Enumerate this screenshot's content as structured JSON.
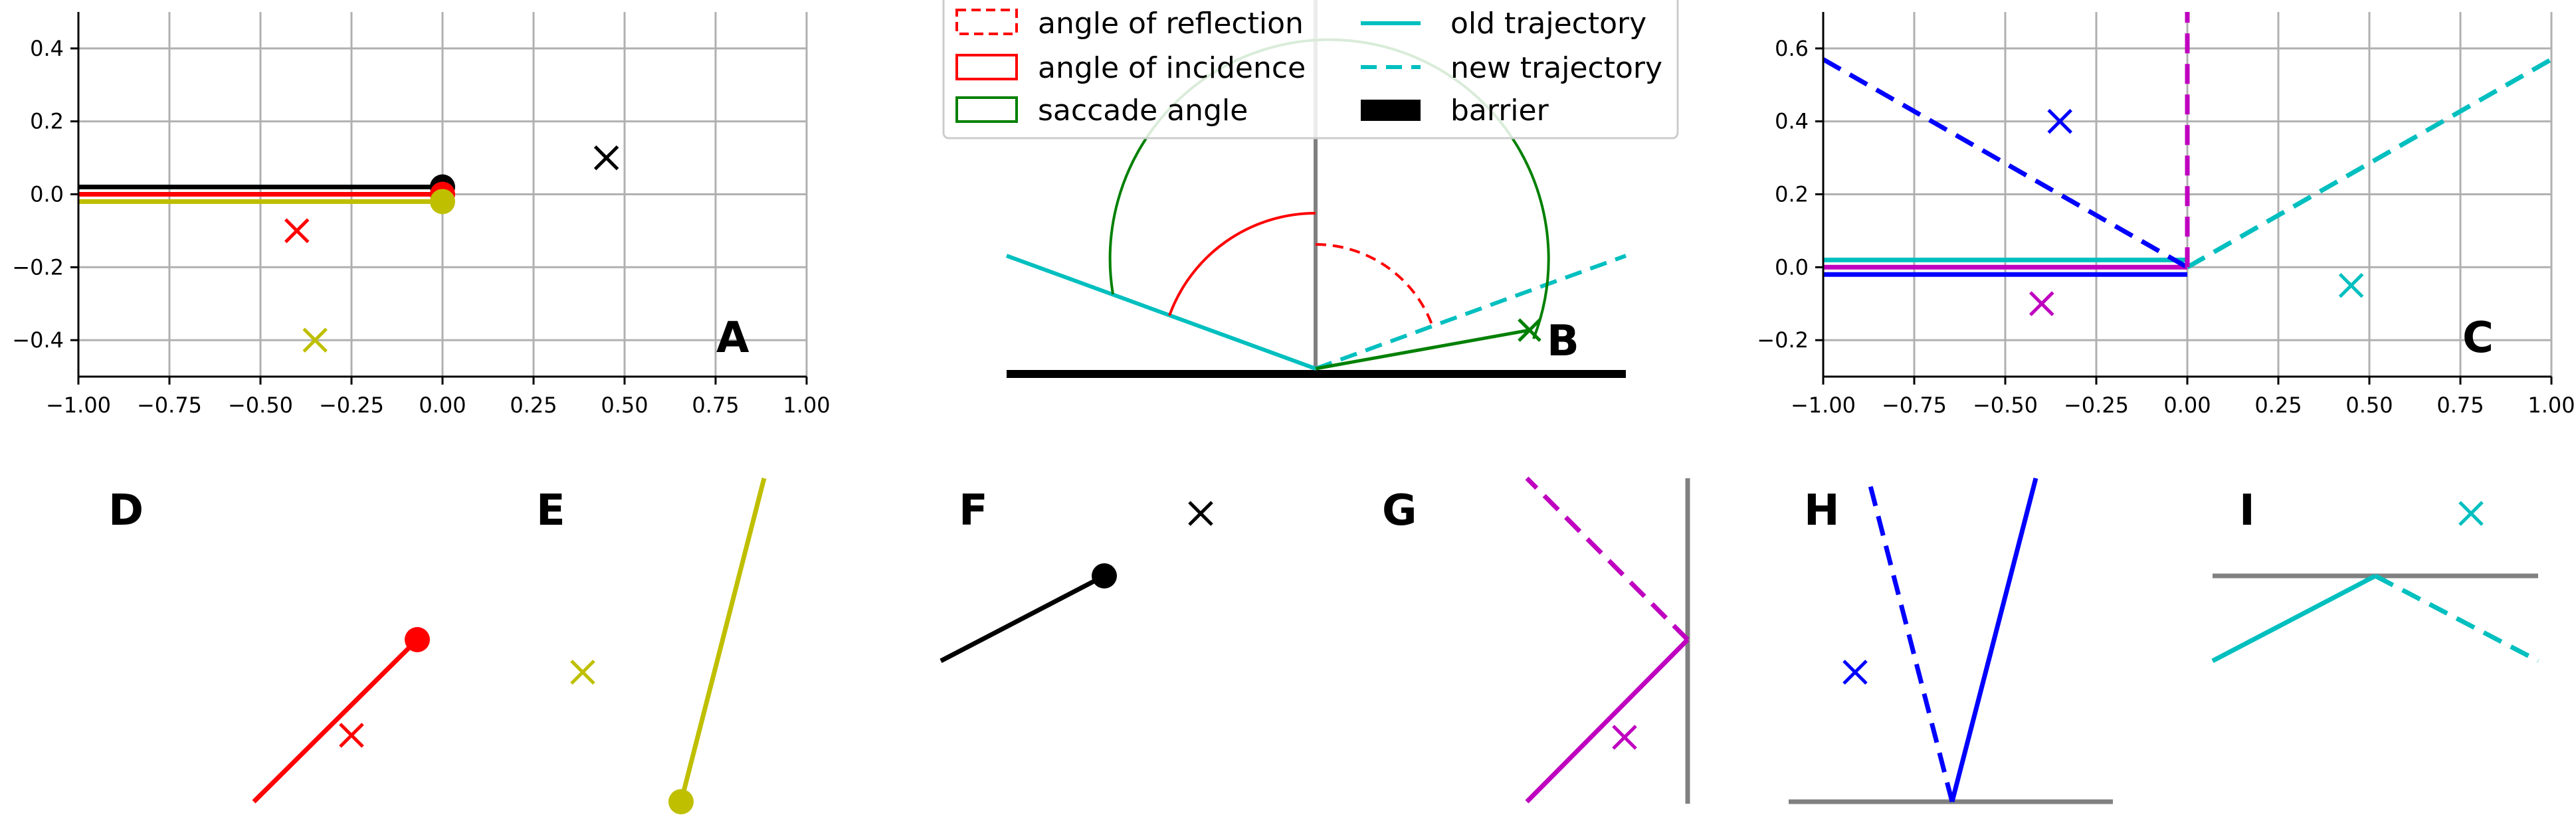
{
  "chart_data": [
    {
      "panel": "A",
      "type": "line",
      "xlim": [
        -1.0,
        1.0
      ],
      "ylim": [
        -0.5,
        0.5
      ],
      "x_ticks": [
        "−1.00",
        "−0.75",
        "−0.50",
        "−0.25",
        "0.00",
        "0.25",
        "0.50",
        "0.75",
        "1.00"
      ],
      "y_ticks": [
        "0.4",
        "0.2",
        "0.0",
        "−0.2",
        "−0.4"
      ],
      "grid": true,
      "series": [
        {
          "color": "#000000",
          "x": [
            -1.0,
            0.0
          ],
          "y": [
            0.02,
            0.02
          ],
          "endpoint": [
            0.0,
            0.02
          ]
        },
        {
          "color": "#ff0000",
          "x": [
            -1.0,
            0.0
          ],
          "y": [
            0.0,
            0.0
          ],
          "endpoint": [
            0.0,
            0.0
          ]
        },
        {
          "color": "#bfbf00",
          "x": [
            -1.0,
            0.0
          ],
          "y": [
            -0.02,
            -0.02
          ],
          "endpoint": [
            0.0,
            -0.02
          ]
        }
      ],
      "markers": [
        {
          "color": "#000000",
          "x": 0.45,
          "y": 0.1
        },
        {
          "color": "#ff0000",
          "x": -0.4,
          "y": -0.1
        },
        {
          "color": "#bfbf00",
          "x": -0.35,
          "y": -0.4
        }
      ]
    },
    {
      "panel": "C",
      "type": "line",
      "xlim": [
        -1.0,
        1.0
      ],
      "ylim": [
        -0.3,
        0.7
      ],
      "x_ticks": [
        "−1.00",
        "−0.75",
        "−0.50",
        "−0.25",
        "0.00",
        "0.25",
        "0.50",
        "0.75",
        "1.00"
      ],
      "y_ticks": [
        "0.6",
        "0.4",
        "0.2",
        "0.0",
        "−0.2"
      ],
      "grid": true,
      "series": [
        {
          "color": "#00bfbf",
          "style": "solid",
          "x": [
            -1.0,
            0.0
          ],
          "y": [
            0.02,
            0.02
          ]
        },
        {
          "color": "#bf00bf",
          "style": "solid",
          "x": [
            -1.0,
            0.0
          ],
          "y": [
            0.0,
            0.0
          ]
        },
        {
          "color": "#0000ff",
          "style": "solid",
          "x": [
            -1.0,
            0.0
          ],
          "y": [
            -0.02,
            -0.02
          ]
        },
        {
          "color": "#0000ff",
          "style": "dashed",
          "x": [
            -1.0,
            0.0
          ],
          "y": [
            0.57,
            0.0
          ]
        },
        {
          "color": "#00bfbf",
          "style": "dashed",
          "x": [
            0.0,
            1.0
          ],
          "y": [
            0.0,
            0.57
          ]
        },
        {
          "color": "#bf00bf",
          "style": "dashed",
          "x": [
            0.0,
            0.0
          ],
          "y": [
            0.0,
            0.7
          ]
        }
      ],
      "markers": [
        {
          "color": "#0000ff",
          "x": -0.35,
          "y": 0.4
        },
        {
          "color": "#bf00bf",
          "x": -0.4,
          "y": -0.1
        },
        {
          "color": "#00bfbf",
          "x": 0.45,
          "y": -0.05
        }
      ]
    }
  ],
  "panels": {
    "A": "A",
    "B": "B",
    "C": "C",
    "D": "D",
    "E": "E",
    "F": "F",
    "G": "G",
    "H": "H",
    "I": "I"
  },
  "legend": {
    "reflection": "angle of reflection",
    "incidence": "angle of incidence",
    "saccade": "saccade angle",
    "old": "old trajectory",
    "new": "new trajectory",
    "barrier": "barrier"
  },
  "colors": {
    "black": "#000000",
    "red": "#ff0000",
    "olive": "#bfbf00",
    "cyan": "#00bfbf",
    "magenta": "#bf00bf",
    "blue": "#0000ff",
    "green": "#008000",
    "grey": "#808080",
    "grid": "#b0b0b0"
  }
}
